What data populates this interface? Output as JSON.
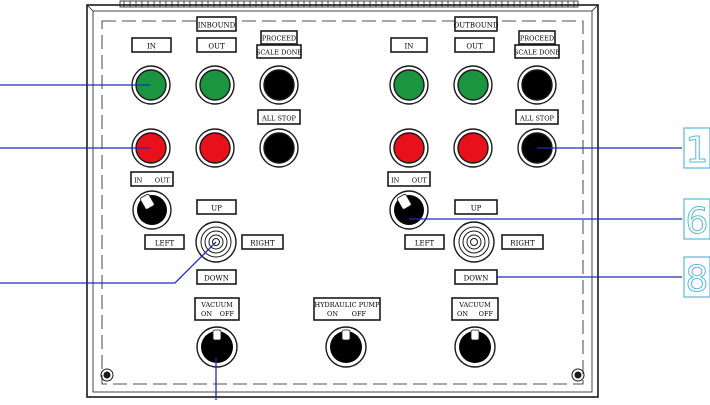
{
  "labels": {
    "inbound": "INBOUND",
    "outbound": "OUTBOUND",
    "in_left": "IN",
    "out_left": "OUT",
    "in_right": "IN",
    "out_right": "OUT",
    "proceed_left": "PROCEED",
    "scale_done_left": "SCALE DONE",
    "proceed_right": "PROCEED",
    "scale_done_right": "SCALE DONE",
    "all_stop_left": "ALL STOP",
    "all_stop_right": "ALL STOP",
    "in_out_left": "IN      OUT",
    "in_out_right": "IN      OUT",
    "up_left": "UP",
    "up_right": "UP",
    "left_left": "LEFT",
    "right_left": "RIGHT",
    "left_right": "LEFT",
    "right_right": "RIGHT",
    "down_left": "DOWN",
    "down_right": "DOWN",
    "vacuum_left": "VACUUM",
    "vacuum_left_on": "ON",
    "vacuum_left_off": "OFF",
    "hydraulic": "HYDRAULIC PUMP",
    "hydraulic_on": "ON",
    "hydraulic_off": "OFF",
    "vacuum_right": "VACUUM",
    "vacuum_right_on": "ON",
    "vacuum_right_off": "OFF"
  },
  "callouts": {
    "c1": "1",
    "c6": "6",
    "c8": "8"
  },
  "colors": {
    "line": "#1a1a1a",
    "green": "#1a9641",
    "red": "#e8101a",
    "black": "#000000",
    "leader": "#1f2db8",
    "callout": "#5bb8dc"
  }
}
